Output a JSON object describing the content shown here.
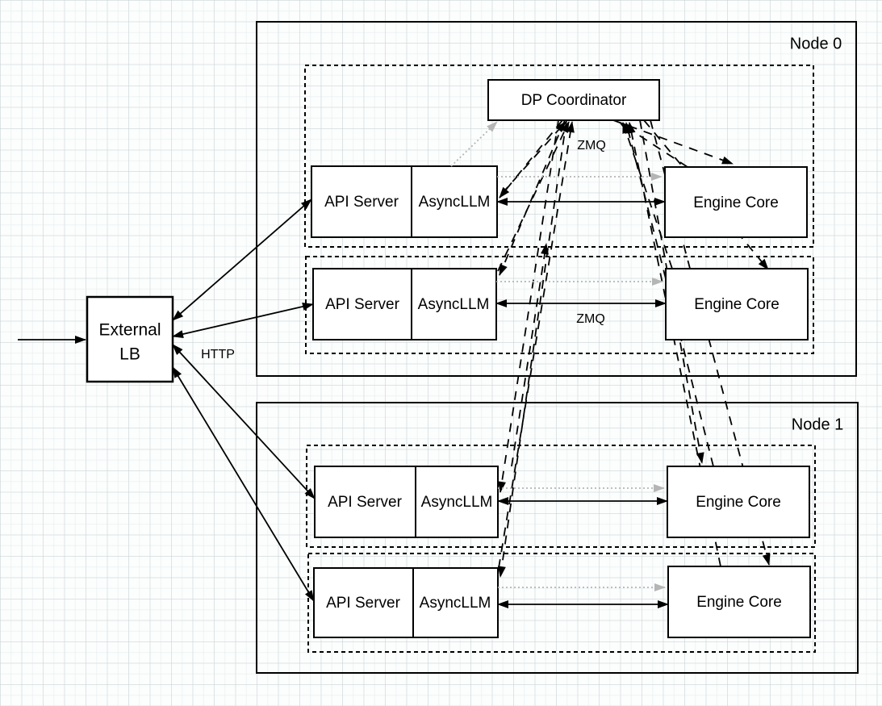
{
  "nodes": {
    "node0": {
      "label": "Node 0"
    },
    "node1": {
      "label": "Node 1"
    }
  },
  "external_lb": {
    "line1": "External",
    "line2": "LB"
  },
  "dp_coordinator": {
    "label": "DP Coordinator"
  },
  "ranks": [
    {
      "api": "API Server",
      "async": "AsyncLLM",
      "engine": "Engine Core"
    },
    {
      "api": "API Server",
      "async": "AsyncLLM",
      "engine": "Engine Core"
    },
    {
      "api": "API Server",
      "async": "AsyncLLM",
      "engine": "Engine Core"
    },
    {
      "api": "API Server",
      "async": "AsyncLLM",
      "engine": "Engine Core"
    }
  ],
  "edge_labels": {
    "http": "HTTP",
    "zmq_coordinator": "ZMQ",
    "zmq_ipc": "ZMQ"
  },
  "colors": {
    "stroke": "#000000",
    "gray_arrow": "#b5b5b5",
    "box_fill": "#ffffff"
  }
}
